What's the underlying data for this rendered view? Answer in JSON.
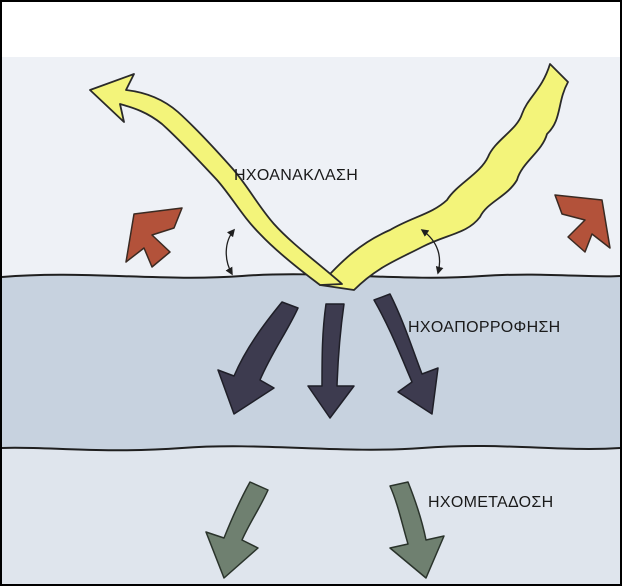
{
  "diagram": {
    "labels": {
      "reflection": "ΗΧΟΑΝΑΚΛΑΣΗ",
      "absorption": "ΗΧΟΑΠΟΡΡΟΦΗΣΗ",
      "transmission": "ΗΧΟΜΕΤΑΔΟΣΗ"
    },
    "colors": {
      "background_sky": "#eef1f6",
      "absorbing_layer": "#c7d2df",
      "lower_layer": "#dfe5ed",
      "sound_wave": "#f3f47a",
      "reflection_arrows": "#b3523a",
      "absorption_arrows": "#3d3b4f",
      "transmission_arrows": "#6f8070",
      "outline": "#1f1f1f"
    },
    "icons": [
      "incoming-wave-arrow",
      "reflected-wave-arrow",
      "reflection-up-arrow",
      "absorption-down-arrow",
      "transmission-down-arrow",
      "angle-arc"
    ]
  }
}
